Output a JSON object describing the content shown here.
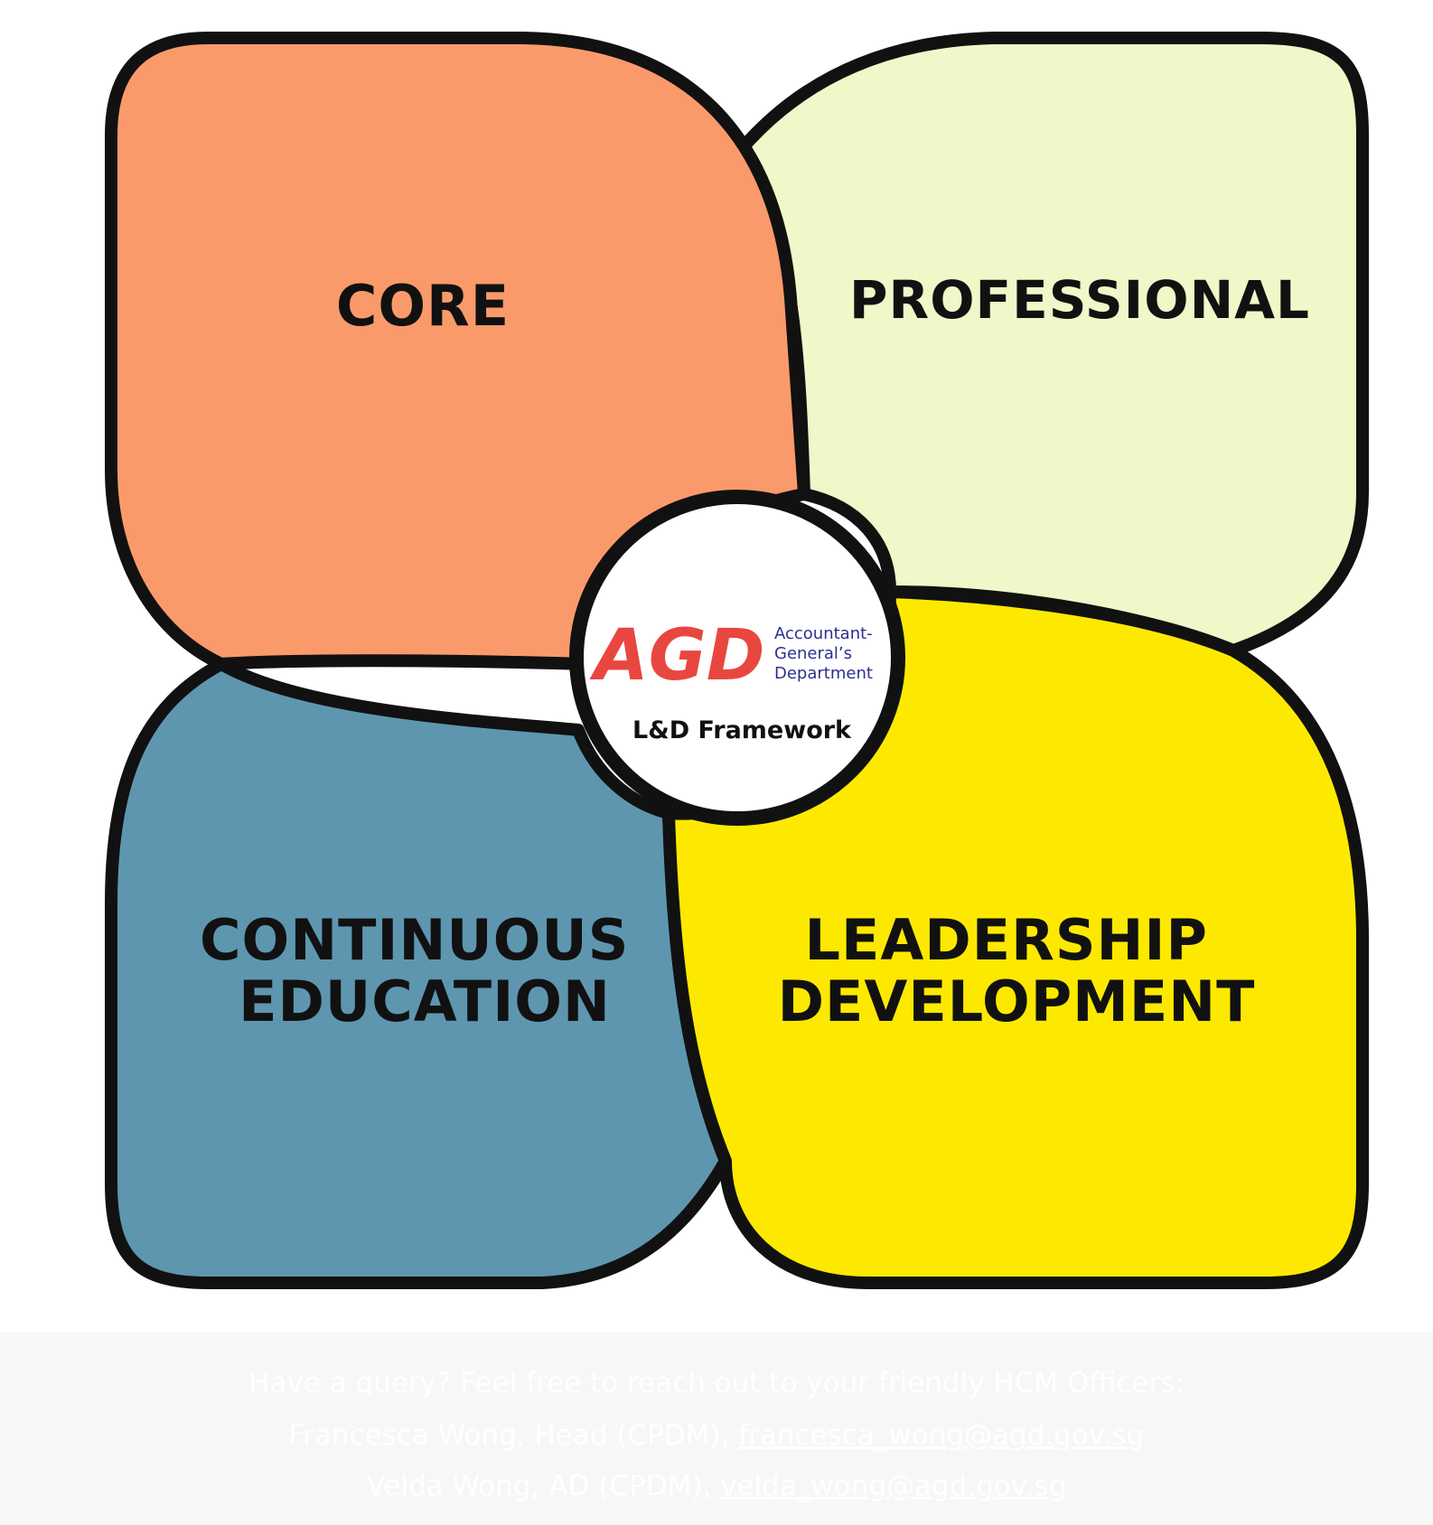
{
  "diagram": {
    "petals": [
      {
        "id": "core",
        "lines": [
          "CORE"
        ],
        "color": "#fa9a6b"
      },
      {
        "id": "professional",
        "lines": [
          "PROFESSIONAL"
        ],
        "color": "#eef8c8"
      },
      {
        "id": "continuous-education",
        "lines": [
          "CONTINUOUS",
          "EDUCATION"
        ],
        "color": "#5e96b0"
      },
      {
        "id": "leadership-development",
        "lines": [
          "LEADERSHIP",
          "DEVELOPMENT"
        ],
        "color": "#fde900"
      }
    ],
    "center": {
      "logo_mark": "AGD",
      "logo_lines": [
        "Accountant-",
        "General’s",
        "Department"
      ],
      "caption": "L&D Framework",
      "logo_color": "#e8473f",
      "logo_text_color": "#2d2f8f"
    }
  },
  "footer": {
    "line1": "Have a query? Feel free to reach out to your friendly HCM Officers:",
    "contact1_prefix": "Francesca Wong, Head (CPDM), ",
    "contact1_email": "francesca_wong@agd.gov.sg",
    "contact2_prefix": "Velda Wong, AD (CPDM), ",
    "contact2_email": "velda_wong@agd.gov.sg"
  }
}
